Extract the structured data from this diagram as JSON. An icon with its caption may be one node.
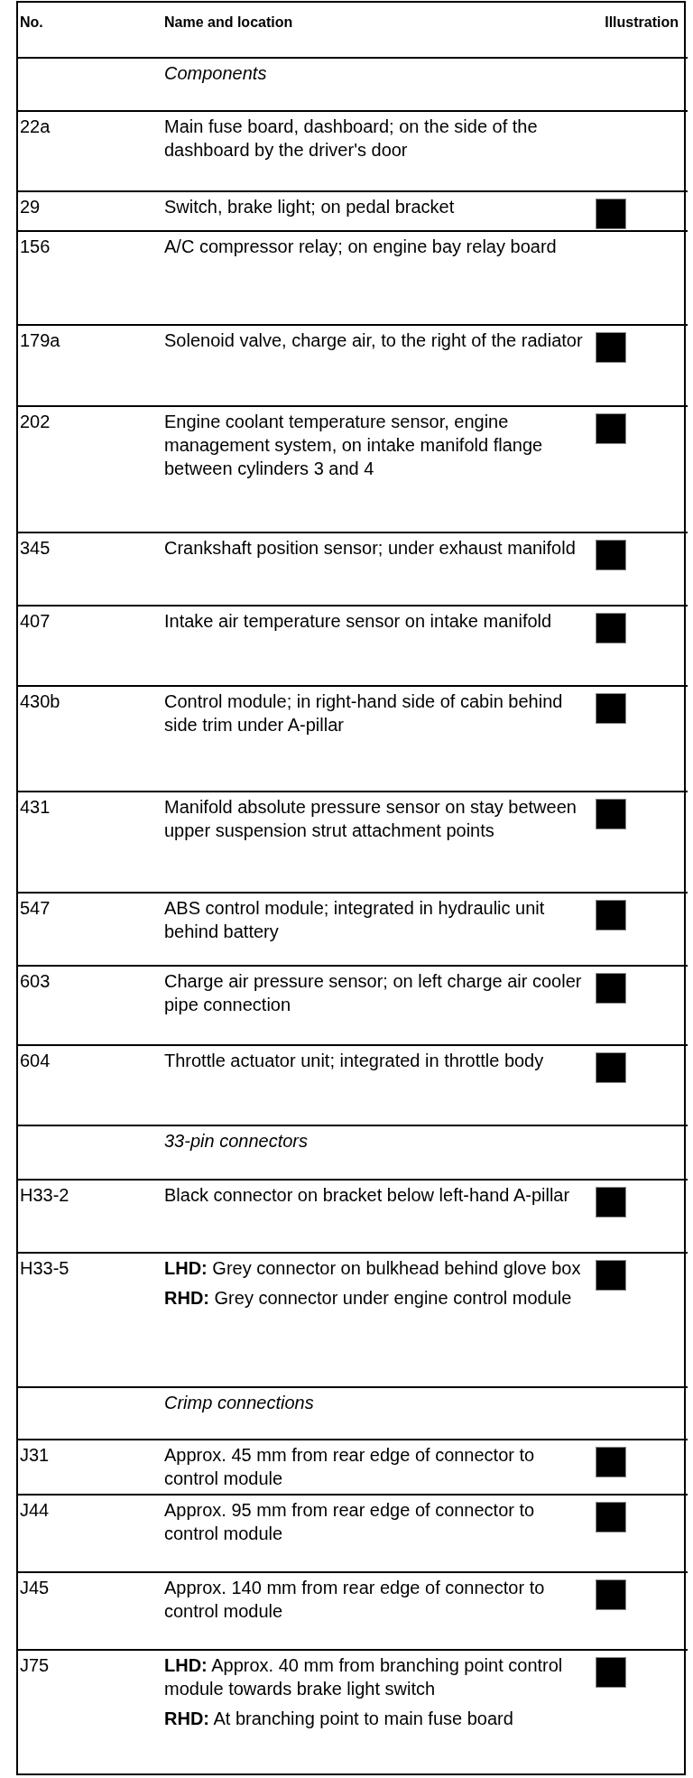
{
  "diagram": {
    "labels": [
      "No.",
      "Name and location",
      "Illustration",
      "Components",
      "22a",
      "Main fuse board, dashboard; on the side of the dashboard by the driver's door",
      "29",
      "Switch, brake light; on pedal bracket",
      "156",
      "A/C compressor relay; on engine bay relay board",
      "179a",
      "Solenoid valve, charge air, to the right of the radiator",
      "202",
      "Engine coolant temperature sensor, engine management system, on intake manifold flange between cylinders 3 and 4",
      "345",
      "Crankshaft position sensor; under exhaust manifold",
      "407",
      "Intake air temperature sensor on intake manifold",
      "430b",
      "Control module; in right-hand side of cabin behind side trim under A-pillar",
      "431",
      "Manifold absolute pressure sensor on stay between upper suspension strut attachment points",
      "547",
      "ABS control module; integrated in hydraulic unit behind battery",
      "603",
      "Charge air pressure sensor; on left charge air cooler pipe connection",
      "604",
      "Throttle actuator unit; integrated in throttle body",
      "33-pin connectors",
      "H33-2",
      "Black connector on bracket below left-hand A-pillar",
      "H33-5",
      "**LHD:** Grey connector on bulkhead behind glove box",
      "**RHD:** Grey connector under engine control module",
      "Crimp connections",
      "J31",
      "Approx. 45 mm from rear edge of connector to control module",
      "J44",
      "Approx. 95 mm from rear edge of connector to control module",
      "J45",
      "Approx. 140 mm from rear edge of connector to control module",
      "J75",
      "**LHD:** Approx. 40 mm from branching point control module towards brake light switch",
      "**RHD:** At branching point to main fuse board"
    ]
  }
}
